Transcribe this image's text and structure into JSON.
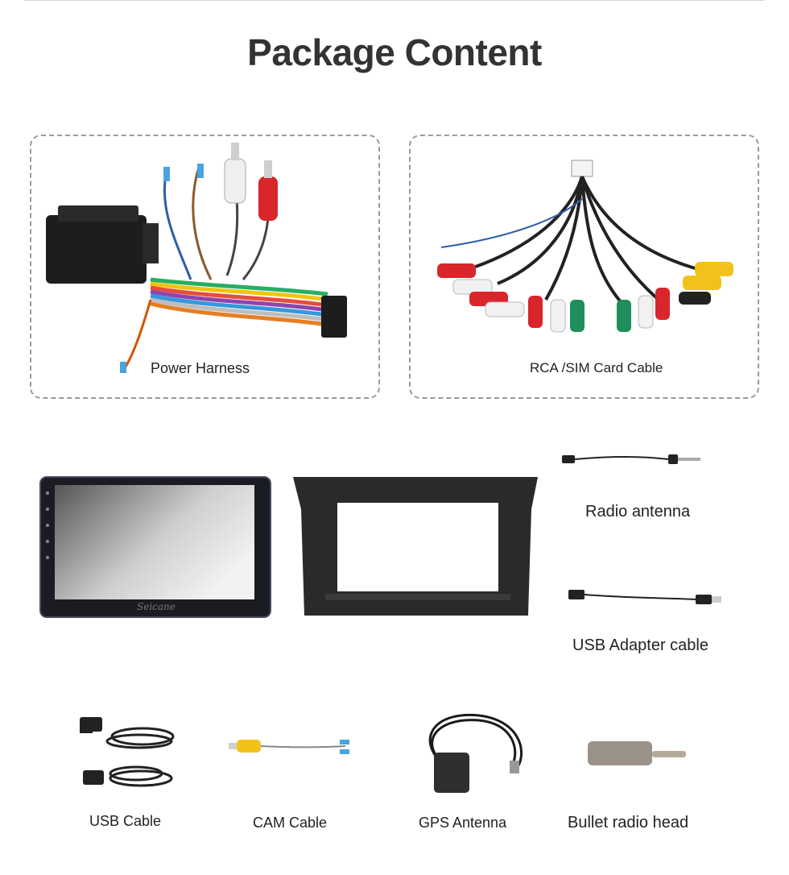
{
  "page": {
    "title": "Package Content"
  },
  "items": {
    "power_harness": {
      "label": "Power Harness"
    },
    "rca_cable": {
      "label": "RCA /SIM Card Cable"
    },
    "head_unit": {
      "brand": "Seicane"
    },
    "radio_antenna": {
      "label": "Radio antenna"
    },
    "usb_adapter": {
      "label": "USB Adapter cable"
    },
    "usb_cable": {
      "label": "USB Cable"
    },
    "cam_cable": {
      "label": "CAM Cable"
    },
    "gps_antenna": {
      "label": "GPS Antenna"
    },
    "bullet_head": {
      "label": "Bullet radio head"
    }
  },
  "colors": {
    "rca_red": "#d9262b",
    "rca_white": "#f1f1f1",
    "rca_yellow": "#f2c21b",
    "rca_green": "#1c8f5a"
  }
}
